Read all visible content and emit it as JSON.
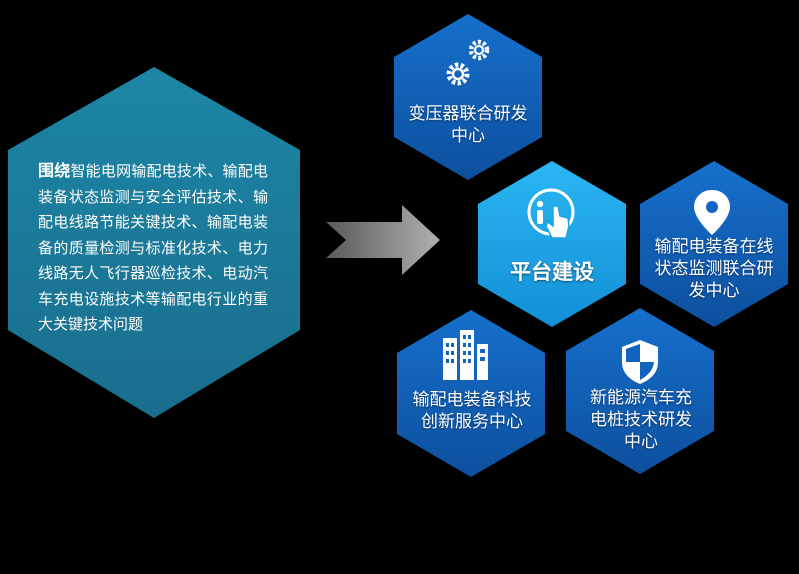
{
  "intro": {
    "lead": "围绕",
    "body": "智能电网输配电技术、输配电装备状态监测与安全评估技术、输配电线路节能关键技术、输配电装备的质量检测与标准化技术、电力线路无人飞行器巡检技术、电动汽车充电设施技术等输配电行业的重大关键技术问题"
  },
  "center": {
    "title": "平台建设",
    "icon": "info-touch-icon"
  },
  "centers": [
    {
      "label": "变压器联合研发中心",
      "icon": "gears-icon"
    },
    {
      "label": "输配电装备在线状态监测联合研发中心",
      "icon": "location-pin-icon"
    },
    {
      "label": "输配电装备科技创新服务中心",
      "icon": "buildings-icon"
    },
    {
      "label": "新能源汽车充电桩技术研发中心",
      "icon": "shield-icon"
    }
  ],
  "colors": {
    "background": "#000000",
    "left_hex": "#1f7897",
    "hex_blue": "#1160b8",
    "center_hex": "#1aa3e8",
    "arrow": "#8a8a8a"
  }
}
